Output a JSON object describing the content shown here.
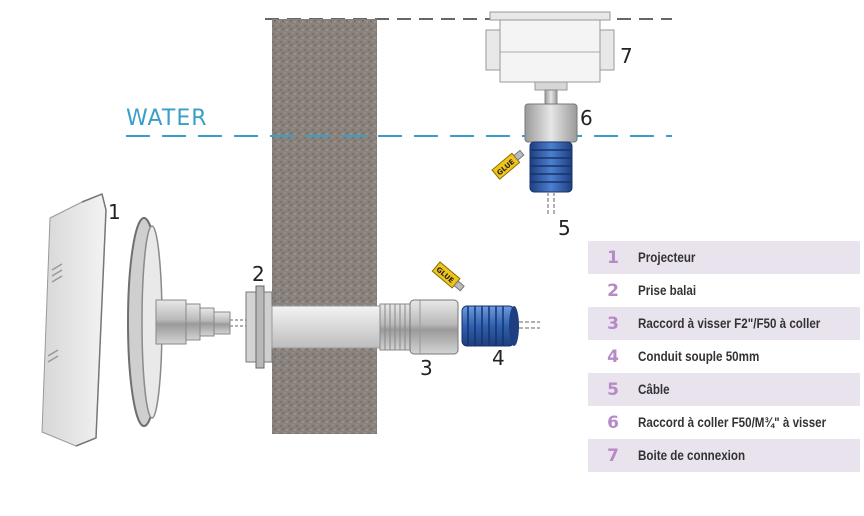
{
  "water_label": "WATER",
  "callouts": {
    "c1": "1",
    "c2": "2",
    "c3": "3",
    "c4": "4",
    "c5": "5",
    "c6": "6",
    "c7": "7"
  },
  "tube_labels": {
    "glue1": "GLUE",
    "glue2": "GLUE"
  },
  "legend": {
    "items": [
      {
        "num": "1",
        "text": "Projecteur"
      },
      {
        "num": "2",
        "text": "Prise balai"
      },
      {
        "num": "3",
        "text": "Raccord à visser F2\"/F50 à coller"
      },
      {
        "num": "4",
        "text": "Conduit souple 50mm"
      },
      {
        "num": "5",
        "text": "Câble"
      },
      {
        "num": "6",
        "text": "Raccord à coller F50/M¾\" à visser"
      },
      {
        "num": "7",
        "text": "Boite de connexion"
      }
    ]
  },
  "colors": {
    "water_line": "#3a9fc7",
    "legend_number": "#b58ac6",
    "legend_shade": "#e9e3ee",
    "conduit_blue": "#2f5fb0",
    "wall": "#8c8480"
  }
}
